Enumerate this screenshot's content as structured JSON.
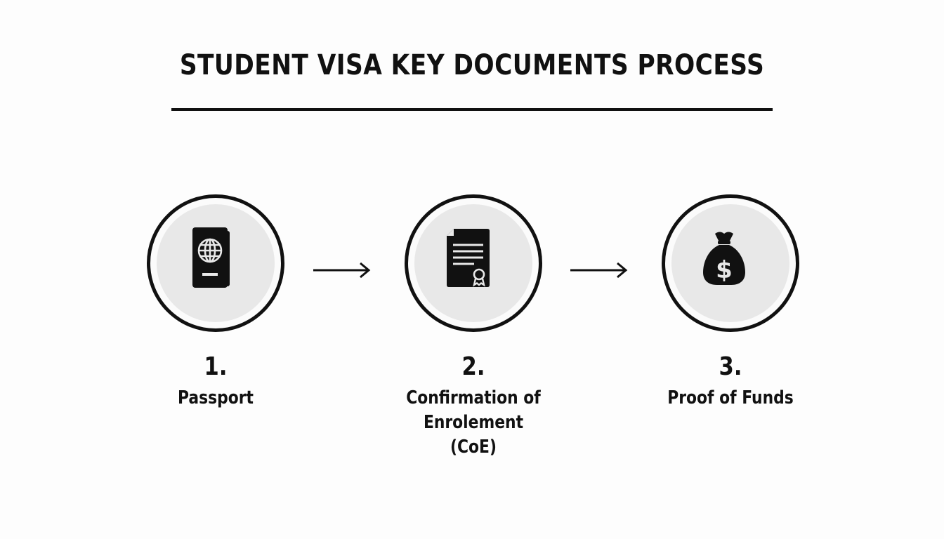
{
  "title": "STUDENT VISA KEY DOCUMENTS PROCESS",
  "steps": [
    {
      "number": "1.",
      "label": "Passport",
      "icon": "passport-icon"
    },
    {
      "number": "2.",
      "label": "Confirmation of\nEnrolement\n(CoE)",
      "icon": "certificate-document-icon"
    },
    {
      "number": "3.",
      "label": "Proof of Funds",
      "icon": "money-bag-icon"
    }
  ],
  "colors": {
    "ink": "#111111",
    "circle_fill": "#e8e8e8",
    "background": "#fdfdfd"
  }
}
